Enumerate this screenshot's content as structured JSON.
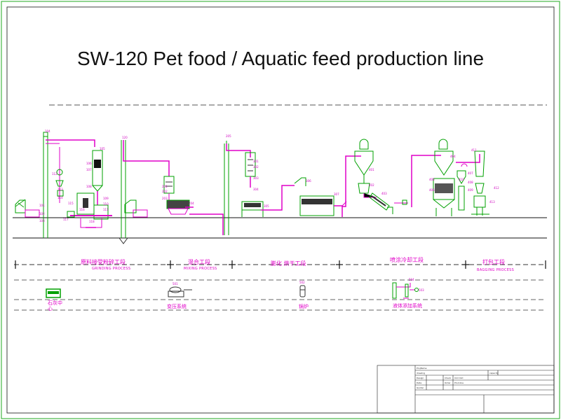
{
  "title": "SW-120 Pet food / Aquatic feed production line",
  "process": [
    {
      "key": "grinding",
      "cn": "原料接受粉碎工段",
      "en": "GRINDING PROCESS"
    },
    {
      "key": "mixing",
      "cn": "混合工段",
      "en": "MIXING PROCESS"
    },
    {
      "key": "extrude",
      "cn": "膨化  烘干工段",
      "en": ""
    },
    {
      "key": "coating",
      "cn": "喷涂冷却工段",
      "en": ""
    },
    {
      "key": "bagging",
      "cn": "打包工段",
      "en": "BAGGING PROCESS"
    }
  ],
  "aux": [
    {
      "key": "aux1",
      "code": "",
      "cn": "心"
    },
    {
      "key": "aux2",
      "code": "501",
      "cn": "变压系统"
    },
    {
      "key": "aux3",
      "code": "502",
      "cn": "锅炉"
    },
    {
      "key": "aux4",
      "code": "",
      "cn": "液体添加系统"
    }
  ],
  "aux_partial": "石灰中",
  "aux_codes": {
    "a": "504",
    "b": "503"
  },
  "tags": {
    "t104": "104",
    "t120": "120",
    "t205": "205",
    "t105": "105",
    "t106": "106",
    "t107": "107",
    "t108": "108",
    "t112": "112",
    "t113": "113",
    "t114": "114",
    "t115": "115",
    "t116": "116",
    "t117": "117",
    "t118": "118",
    "t109": "109",
    "t110": "110",
    "t111": "111",
    "t101": "101",
    "t102": "102",
    "t103": "103",
    "t201": "201",
    "t202": "202",
    "t203": "203",
    "t204": "204",
    "t301": "301",
    "t302": "302",
    "t303": "303",
    "t304": "304",
    "t305": "305",
    "t306": "306",
    "t307": "307",
    "t401": "401",
    "t402": "402",
    "t403": "403",
    "t404": "404",
    "t405": "405",
    "t406": "406",
    "t407": "407",
    "t408": "408",
    "t409": "409",
    "t410": "410",
    "t411": "411",
    "t412": "412",
    "t413": "413"
  },
  "title_block": [
    "ProjName",
    "drawing",
    "capacity",
    "Design",
    "Check",
    "Ckd Ckd",
    "Date",
    "Order",
    "Prod.line",
    "Gunter"
  ],
  "colors": {
    "magenta": "#e000c8",
    "green": "#00a000",
    "frame": "#22aa22",
    "line": "#111111",
    "red": "#ee0000"
  }
}
